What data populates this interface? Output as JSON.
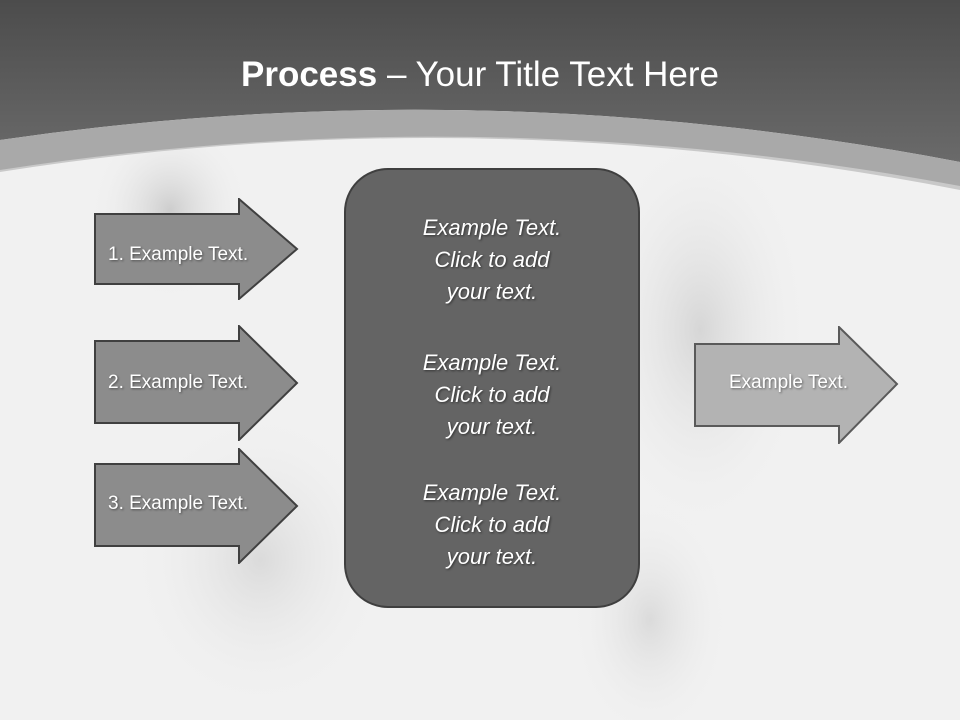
{
  "title": {
    "bold": "Process",
    "rest": " – Your Title Text Here"
  },
  "left_arrows": [
    {
      "label": "1. Example Text."
    },
    {
      "label": "2. Example Text."
    },
    {
      "label": "3. Example Text."
    }
  ],
  "center_blocks": [
    {
      "line1": "Example Text.",
      "line2": "Click  to add",
      "line3": "your text."
    },
    {
      "line1": "Example Text.",
      "line2": "Click  to add",
      "line3": "your text."
    },
    {
      "line1": "Example Text.",
      "line2": "Click  to add",
      "line3": "your text."
    }
  ],
  "right_arrow": {
    "label": "Example Text."
  },
  "colors": {
    "header": "#545454",
    "arrow_fill": "#8c8c8c",
    "right_arrow_fill": "#b3b3b3",
    "box_fill": "#646464"
  }
}
